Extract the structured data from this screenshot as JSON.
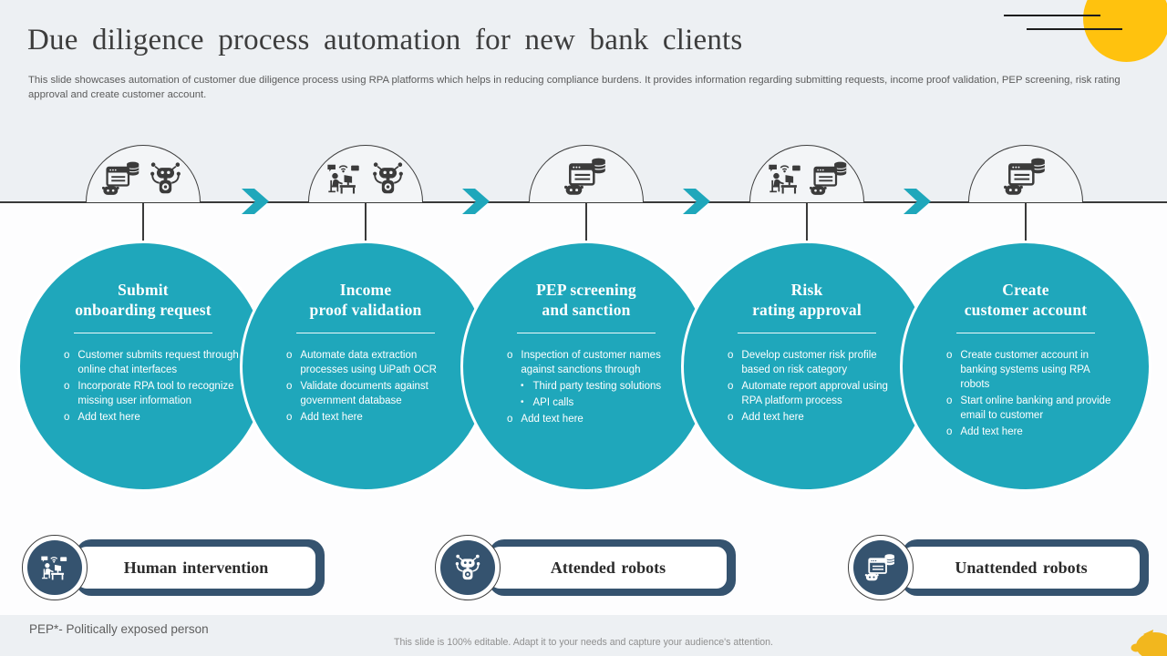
{
  "slide": {
    "title": "Due diligence process automation for new bank clients",
    "subtitle": "This slide showcases automation of customer due diligence process using RPA platforms which helps in reducing compliance burdens. It provides information regarding submitting requests, income proof validation, PEP screening, risk rating approval and create customer account.",
    "footnote": "PEP*- Politically exposed person",
    "footer_note": "This slide is 100% editable. Adapt it to your needs and capture your audience's attention."
  },
  "ui": {
    "bullet_marker": "o",
    "sub_bullet_marker": "•"
  },
  "colors": {
    "teal": "#1FA7BB",
    "navy": "#35536F",
    "yellow": "#FFC20E"
  },
  "steps": [
    {
      "title_line1": "Submit",
      "title_line2": "onboarding request",
      "icons": [
        "rpa-document-database-icon",
        "attended-robot-icon"
      ],
      "bullets": [
        {
          "text": "Customer submits request through online chat interfaces",
          "sub": []
        },
        {
          "text": "Incorporate RPA tool to recognize missing user information",
          "sub": []
        },
        {
          "text": "Add text here",
          "sub": []
        }
      ]
    },
    {
      "title_line1": "Income",
      "title_line2": "proof validation",
      "icons": [
        "human-at-desk-icon",
        "attended-robot-icon"
      ],
      "bullets": [
        {
          "text": "Automate data extraction processes using UiPath OCR",
          "sub": []
        },
        {
          "text": "Validate documents against government database",
          "sub": []
        },
        {
          "text": "Add text here",
          "sub": []
        }
      ]
    },
    {
      "title_line1": "PEP screening",
      "title_line2": "and sanction",
      "icons": [
        "rpa-document-database-icon"
      ],
      "bullets": [
        {
          "text": "Inspection of customer names against sanctions through",
          "sub": [
            "Third party testing solutions",
            "API calls"
          ]
        },
        {
          "text": "Add text here",
          "sub": []
        }
      ]
    },
    {
      "title_line1": "Risk",
      "title_line2": "rating approval",
      "icons": [
        "human-at-desk-icon",
        "rpa-document-database-icon"
      ],
      "bullets": [
        {
          "text": "Develop customer risk profile based on risk category",
          "sub": []
        },
        {
          "text": "Automate report approval using RPA platform process",
          "sub": []
        },
        {
          "text": "Add text here",
          "sub": []
        }
      ]
    },
    {
      "title_line1": "Create",
      "title_line2": "customer account",
      "icons": [
        "rpa-document-database-icon"
      ],
      "bullets": [
        {
          "text": "Create customer account in banking systems using RPA robots",
          "sub": []
        },
        {
          "text": "Start online banking and provide email to customer",
          "sub": []
        },
        {
          "text": "Add text here",
          "sub": []
        }
      ]
    }
  ],
  "legend": [
    {
      "label": "Human intervention",
      "icon": "human-at-desk-icon"
    },
    {
      "label": "Attended robots",
      "icon": "attended-robot-icon"
    },
    {
      "label": "Unattended robots",
      "icon": "rpa-document-database-icon"
    }
  ]
}
